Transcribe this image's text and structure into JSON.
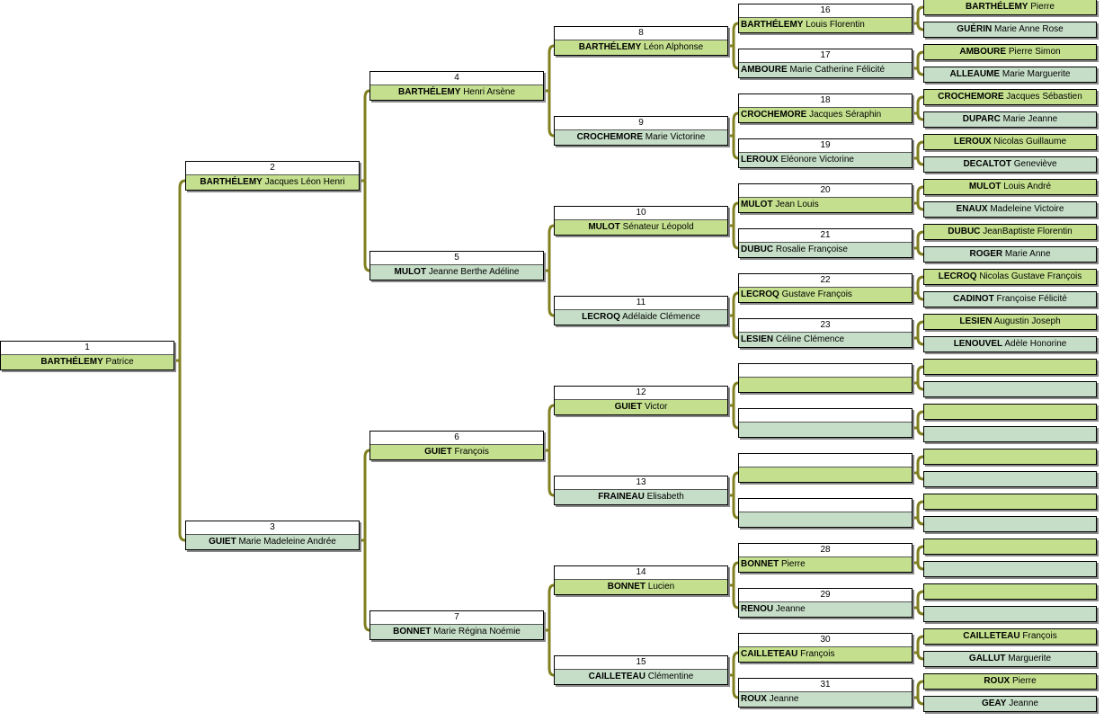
{
  "colors": {
    "male_fill": "#c4e08e",
    "female_fill": "#c6dec8",
    "connector": "#808020"
  },
  "persons": [
    {
      "num": "1",
      "surname": "BARTHÉLEMY",
      "given": "Patrice",
      "sex": "m"
    },
    {
      "num": "2",
      "surname": "BARTHÉLEMY",
      "given": "Jacques Léon Henri",
      "sex": "m"
    },
    {
      "num": "3",
      "surname": "GUIET",
      "given": "Marie Madeleine Andrée",
      "sex": "f"
    },
    {
      "num": "4",
      "surname": "BARTHÉLEMY",
      "given": "Henri Arsène",
      "sex": "m"
    },
    {
      "num": "5",
      "surname": "MULOT",
      "given": "Jeanne Berthe Adéline",
      "sex": "f"
    },
    {
      "num": "6",
      "surname": "GUIET",
      "given": "François",
      "sex": "m"
    },
    {
      "num": "7",
      "surname": "BONNET",
      "given": "Marie Régina Noémie",
      "sex": "f"
    },
    {
      "num": "8",
      "surname": "BARTHÉLEMY",
      "given": "Léon Alphonse",
      "sex": "m"
    },
    {
      "num": "9",
      "surname": "CROCHEMORE",
      "given": "Marie Victorine",
      "sex": "f"
    },
    {
      "num": "10",
      "surname": "MULOT",
      "given": "Sénateur Léopold",
      "sex": "m"
    },
    {
      "num": "11",
      "surname": "LECROQ",
      "given": "Adélaide Clémence",
      "sex": "f"
    },
    {
      "num": "12",
      "surname": "GUIET",
      "given": "Victor",
      "sex": "m"
    },
    {
      "num": "13",
      "surname": "FRAINEAU",
      "given": "Elisabeth",
      "sex": "f"
    },
    {
      "num": "14",
      "surname": "BONNET",
      "given": "Lucien",
      "sex": "m"
    },
    {
      "num": "15",
      "surname": "CAILLETEAU",
      "given": "Clémentine",
      "sex": "f"
    },
    {
      "num": "16",
      "surname": "BARTHÉLEMY",
      "given": "Louis Florentin",
      "sex": "m"
    },
    {
      "num": "17",
      "surname": "AMBOURE",
      "given": "Marie Catherine Félicité",
      "sex": "f"
    },
    {
      "num": "18",
      "surname": "CROCHEMORE",
      "given": "Jacques Séraphin",
      "sex": "m"
    },
    {
      "num": "19",
      "surname": "LEROUX",
      "given": "Eléonore Victorine",
      "sex": "f"
    },
    {
      "num": "20",
      "surname": "MULOT",
      "given": "Jean Louis",
      "sex": "m"
    },
    {
      "num": "21",
      "surname": "DUBUC",
      "given": "Rosalie Françoise",
      "sex": "f"
    },
    {
      "num": "22",
      "surname": "LECROQ",
      "given": "Gustave François",
      "sex": "m"
    },
    {
      "num": "23",
      "surname": "LESIEN",
      "given": "Céline Clémence",
      "sex": "f"
    },
    {
      "num": "",
      "surname": "",
      "given": "",
      "sex": "m"
    },
    {
      "num": "",
      "surname": "",
      "given": "",
      "sex": "f"
    },
    {
      "num": "",
      "surname": "",
      "given": "",
      "sex": "m"
    },
    {
      "num": "",
      "surname": "",
      "given": "",
      "sex": "f"
    },
    {
      "num": "28",
      "surname": "BONNET",
      "given": "Pierre",
      "sex": "m"
    },
    {
      "num": "29",
      "surname": "RENOU",
      "given": "Jeanne",
      "sex": "f"
    },
    {
      "num": "30",
      "surname": "CAILLETEAU",
      "given": "François",
      "sex": "m"
    },
    {
      "num": "31",
      "surname": "ROUX",
      "given": "Jeanne",
      "sex": "f"
    }
  ],
  "gen6": [
    {
      "surname": "BARTHÉLEMY",
      "given": "Pierre",
      "sex": "m"
    },
    {
      "surname": "GUÉRIN",
      "given": "Marie Anne Rose",
      "sex": "f"
    },
    {
      "surname": "AMBOURE",
      "given": "Pierre Simon",
      "sex": "m"
    },
    {
      "surname": "ALLEAUME",
      "given": "Marie Marguerite",
      "sex": "f"
    },
    {
      "surname": "CROCHEMORE",
      "given": "Jacques Sébastien",
      "sex": "m"
    },
    {
      "surname": "DUPARC",
      "given": "Marie Jeanne",
      "sex": "f"
    },
    {
      "surname": "LEROUX",
      "given": "Nicolas Guillaume",
      "sex": "m"
    },
    {
      "surname": "DECALTOT",
      "given": "Geneviève",
      "sex": "f"
    },
    {
      "surname": "MULOT",
      "given": "Louis André",
      "sex": "m"
    },
    {
      "surname": "ENAUX",
      "given": "Madeleine Victoire",
      "sex": "f"
    },
    {
      "surname": "DUBUC",
      "given": "JeanBaptiste Florentin",
      "sex": "m"
    },
    {
      "surname": "ROGER",
      "given": "Marie Anne",
      "sex": "f"
    },
    {
      "surname": "LECROQ",
      "given": "Nicolas Gustave François",
      "sex": "m"
    },
    {
      "surname": "CADINOT",
      "given": "Françoise Félicité",
      "sex": "f"
    },
    {
      "surname": "LESIEN",
      "given": "Augustin Joseph",
      "sex": "m"
    },
    {
      "surname": "LENOUVEL",
      "given": "Adèle Honorine",
      "sex": "f"
    },
    {
      "surname": "",
      "given": "",
      "sex": "m"
    },
    {
      "surname": "",
      "given": "",
      "sex": "f"
    },
    {
      "surname": "",
      "given": "",
      "sex": "m"
    },
    {
      "surname": "",
      "given": "",
      "sex": "f"
    },
    {
      "surname": "",
      "given": "",
      "sex": "m"
    },
    {
      "surname": "",
      "given": "",
      "sex": "f"
    },
    {
      "surname": "",
      "given": "",
      "sex": "m"
    },
    {
      "surname": "",
      "given": "",
      "sex": "f"
    },
    {
      "surname": "",
      "given": "",
      "sex": "m"
    },
    {
      "surname": "",
      "given": "",
      "sex": "f"
    },
    {
      "surname": "",
      "given": "",
      "sex": "m"
    },
    {
      "surname": "",
      "given": "",
      "sex": "f"
    },
    {
      "surname": "CAILLETEAU",
      "given": "François",
      "sex": "m"
    },
    {
      "surname": "GALLUT",
      "given": "Marguerite",
      "sex": "f"
    },
    {
      "surname": "ROUX",
      "given": "Pierre",
      "sex": "m"
    },
    {
      "surname": "GEAY",
      "given": "Jeanne",
      "sex": "f"
    }
  ]
}
